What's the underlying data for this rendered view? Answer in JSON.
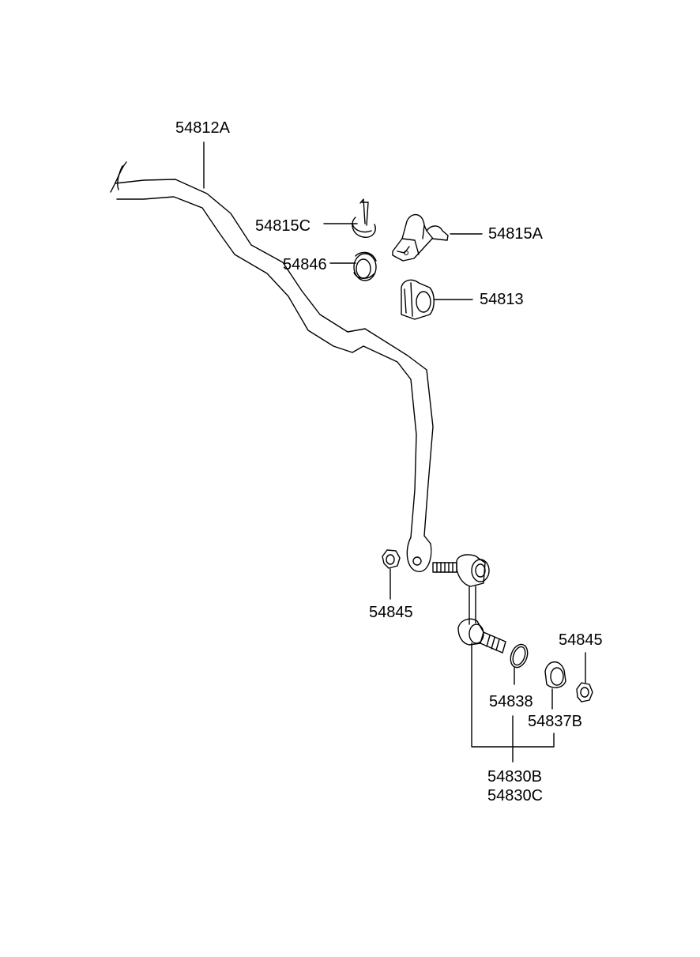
{
  "labels": {
    "stabilizer_bar": "54812A",
    "bushing_clamp_c": "54815C",
    "bracket": "54815A",
    "bushing_ring": "54846",
    "bushing": "54813",
    "nut_left": "54845",
    "nut_right": "54845",
    "ring": "54838",
    "dust_cap": "54837B",
    "link_b": "54830B",
    "link_c": "54830C"
  },
  "colors": {
    "line": "#000000",
    "background": "#ffffff"
  }
}
